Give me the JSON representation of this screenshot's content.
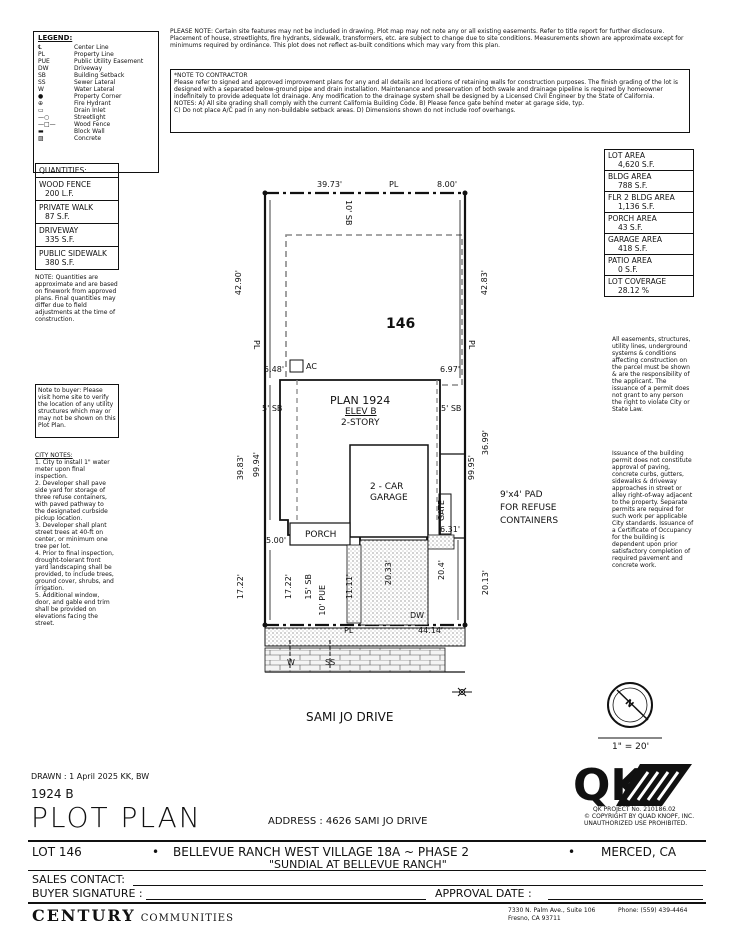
{
  "legend": {
    "title": "LEGEND:",
    "items": [
      {
        "sym": "℄",
        "label": "Center Line"
      },
      {
        "sym": "PL",
        "label": "Property Line"
      },
      {
        "sym": "PUE",
        "label": "Public Utility Easement"
      },
      {
        "sym": "DW",
        "label": "Driveway"
      },
      {
        "sym": "SB",
        "label": "Building Setback"
      },
      {
        "sym": "SS",
        "label": "Sewer Lateral"
      },
      {
        "sym": "W",
        "label": "Water Lateral"
      },
      {
        "sym": "●",
        "label": "Property Corner"
      },
      {
        "sym": "⊕",
        "label": "Fire Hydrant"
      },
      {
        "sym": "▭",
        "label": "Drain Inlet"
      },
      {
        "sym": "—○",
        "label": "Streetlight"
      },
      {
        "sym": "—□—",
        "label": "Wood Fence"
      },
      {
        "sym": "▬",
        "label": "Block Wall"
      },
      {
        "sym": "▨",
        "label": "Concrete"
      }
    ]
  },
  "top_note": "PLEASE NOTE: Certain site features may not be included in drawing. Plot map may not note any or all existing easements. Refer to title report for further disclosure. Placement of house, streetlights, fire hydrants, sidewalk, transformers, etc. are subject to change due to site conditions. Measurements shown are approximate except for minimums required by ordinance. This plot does not reflect as-built conditions which may vary from this plan.",
  "contractor_note": {
    "title": "*NOTE TO CONTRACTOR",
    "body": "Please refer to signed and approved improvement plans for any and all details and locations of retaining walls for construction purposes. The finish grading of the lot is designed with a separated below-ground pipe and drain installation. Maintenance and preservation of both swale and drainage pipeline is required by homeowner indefinitely to provide adequate lot drainage. Any modification to the drainage system shall be designed by a Licensed Civil Engineer by the State of California.",
    "notes1": "NOTES: A) All site grading shall comply with the current California Building Code. B) Please fence gate behind meter at garage side, typ.",
    "notes2": "C) Do not place A/C pad in any non-buildable setback areas. D) Dimensions shown do not include roof overhangs."
  },
  "quantities": {
    "title": "QUANTITIES:",
    "items": [
      {
        "label": "WOOD FENCE",
        "value": "200 L.F."
      },
      {
        "label": "PRIVATE WALK",
        "value": "87 S.F."
      },
      {
        "label": "DRIVEWAY",
        "value": "335 S.F."
      },
      {
        "label": "PUBLIC SIDEWALK",
        "value": "380 S.F."
      }
    ],
    "note": "NOTE: Quantities are approximate and are based on finework from approved plans. Final quantities may differ due to field adjustments at the time of construction."
  },
  "buyer_note": "Note to buyer: Please visit home site to verify the location of any utility structures which may or may not be shown on this Plot Plan.",
  "city_notes": {
    "title": "CITY NOTES:",
    "items": [
      "1. City to install 1\" water meter upon final inspection.",
      "2. Developer shall pave side yard for storage of three refuse containers, with paved pathway to the designated curbside pickup location.",
      "3. Developer shall plant street trees at 40-ft on center, or minimum one tree per lot.",
      "4. Prior to final inspection, drought-tolerant front yard landscaping shall be provided, to include trees, ground cover, shrubs, and irrigation.",
      "5. Additional window, door, and gable end trim shall be provided on elevations facing the street."
    ]
  },
  "areas": [
    {
      "label": "LOT AREA",
      "value": "4,620 S.F."
    },
    {
      "label": "BLDG AREA",
      "value": "788 S.F."
    },
    {
      "label": "FLR 2 BLDG AREA",
      "value": "1,136 S.F."
    },
    {
      "label": "PORCH AREA",
      "value": "43 S.F."
    },
    {
      "label": "GARAGE AREA",
      "value": "418 S.F."
    },
    {
      "label": "PATIO AREA",
      "value": "0 S.F."
    },
    {
      "label": "LOT COVERAGE",
      "value": "28.12 %"
    }
  ],
  "easement_note": "All easements, structures, utility lines, underground systems & conditions affecting construction on the parcel must be shown & are the responsibility of the applicant. The issuance of a permit does not grant to any person the right to violate City or State Law.",
  "permit_note": "Issuance of the building permit does not constitute approval of paving, concrete curbs, gutters, sidewalks & driveway approaches in street or alley right-of-way adjacent to the property. Separate permits are required for such work per applicable City standards. Issuance of a Certificate of Occupancy for the building is dependent upon prior satisfactory completion of required pavement and concrete work.",
  "plan": {
    "lot_number": "146",
    "plan_name": "PLAN 1924",
    "elev": "ELEV B",
    "story": "2-STORY",
    "garage1": "2 - CAR",
    "garage2": "GARAGE",
    "porch": "PORCH",
    "ac": "AC",
    "gate": "GATE",
    "pad1": "9'x4' PAD",
    "pad2": "FOR REFUSE",
    "pad3": "CONTAINERS",
    "street": "SAMI JO DRIVE",
    "dims": {
      "top_left": "39.73'",
      "top_right": "8.00'",
      "rear_sb": "10' SB",
      "left_side": "42.90'",
      "right_side": "42.83'",
      "left_548": "5.48'",
      "right_697": "6.97'",
      "sb5_left": "5' SB",
      "sb5_right": "5' SB",
      "d3983": "39.83'",
      "d9994": "99.94'",
      "d9995": "99.95'",
      "d3699": "36.99'",
      "d500": "5.00'",
      "d631": "6.31'",
      "d1722a": "17.22'",
      "d1722b": "17.22'",
      "sb15": "15' SB",
      "pue10": "10' PUE",
      "d1111": "11.11'",
      "d2033": "20.33'",
      "d204": "20.4'",
      "d2013": "20.13'",
      "d4414": "44.14'",
      "dw": "DW",
      "pl": "PL",
      "w": "W",
      "ss": "SS"
    }
  },
  "scale": "1\" = 20'",
  "north": "N",
  "drawn": "DRAWN : 1 April 2025 KK, BW",
  "plan_code": "1924 B",
  "sheet_title": "PLOT PLAN",
  "address": "ADDRESS : 4626 SAMI JO DRIVE",
  "qk": {
    "logo": "QK",
    "project": "QK PROJECT No. 210186.02",
    "copyright": "© COPYRIGHT BY QUAD KNOPF, INC.",
    "unauth": "UNAUTHORIZED USE PROHIBITED."
  },
  "title_block": {
    "lot": "LOT 146",
    "project": "BELLEVUE RANCH WEST VILLAGE 18A ~ PHASE 2",
    "subtitle": "\"SUNDIAL AT BELLEVUE RANCH\"",
    "city": "MERCED, CA",
    "sales_contact": "SALES CONTACT:",
    "buyer_sig": "BUYER SIGNATURE :",
    "approval_date": "APPROVAL DATE :",
    "company": "CENTURY",
    "company2": "COMMUNITIES",
    "addr1": "7330 N. Palm Ave., Suite 106",
    "phone": "Phone: (559) 439-4464",
    "addr2": "Fresno, CA 93711"
  }
}
